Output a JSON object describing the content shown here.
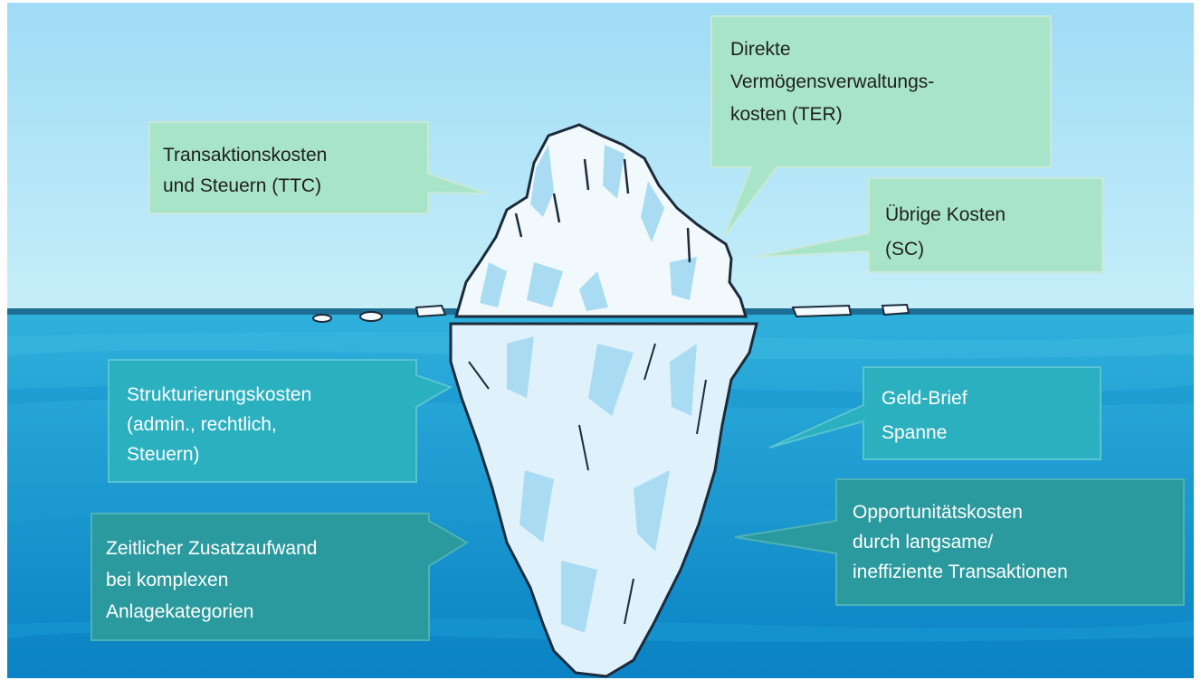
{
  "colors": {
    "sky_top": "#a8e0f6",
    "sky_bottom": "#c2ecf9",
    "water_light": "#2ba8d6",
    "water_deep": "#0d87c8",
    "ice": "#f2f9fd",
    "ice_shadow": "#a9dcf2",
    "ice_outline": "#1b2b3a",
    "callout_above": "#a8e5c8",
    "callout_below": "#2bb0c0",
    "callout_deep": "#2a9a9e"
  },
  "callouts": {
    "ttc": [
      "Transaktionskosten",
      "und Steuern (TTC)"
    ],
    "ter": [
      "Direkte",
      "Vermögensverwaltungs-",
      "kosten (TER)"
    ],
    "sc": [
      "Übrige Kosten",
      "(SC)"
    ],
    "structuring": [
      "Strukturierungskosten",
      "(admin., rechtlich,",
      "Steuern)"
    ],
    "spread": [
      "Geld-Brief",
      "Spanne"
    ],
    "time": [
      "Zeitlicher Zusatzaufwand",
      "bei komplexen",
      "Anlagekategorien"
    ],
    "opportunity": [
      "Opportunitätskosten",
      "durch langsame/",
      "ineffiziente Transaktionen"
    ]
  }
}
